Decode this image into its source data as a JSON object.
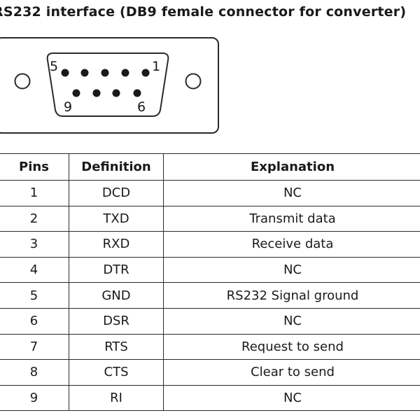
{
  "title": "RS232 interface (DB9 female connector for converter)",
  "connector": {
    "pin_label_top_left": "5",
    "pin_label_top_right": "1",
    "pin_label_bottom_left": "9",
    "pin_label_bottom_right": "6"
  },
  "table": {
    "headers": {
      "pins": "Pins",
      "definition": "Definition",
      "explanation": "Explanation"
    },
    "rows": [
      {
        "pin": "1",
        "definition": "DCD",
        "explanation": "NC"
      },
      {
        "pin": "2",
        "definition": "TXD",
        "explanation": "Transmit data"
      },
      {
        "pin": "3",
        "definition": "RXD",
        "explanation": "Receive data"
      },
      {
        "pin": "4",
        "definition": "DTR",
        "explanation": "NC"
      },
      {
        "pin": "5",
        "definition": "GND",
        "explanation": "RS232 Signal ground"
      },
      {
        "pin": "6",
        "definition": "DSR",
        "explanation": "NC"
      },
      {
        "pin": "7",
        "definition": "RTS",
        "explanation": "Request to send"
      },
      {
        "pin": "8",
        "definition": "CTS",
        "explanation": "Clear to send"
      },
      {
        "pin": "9",
        "definition": "RI",
        "explanation": "NC"
      }
    ]
  }
}
